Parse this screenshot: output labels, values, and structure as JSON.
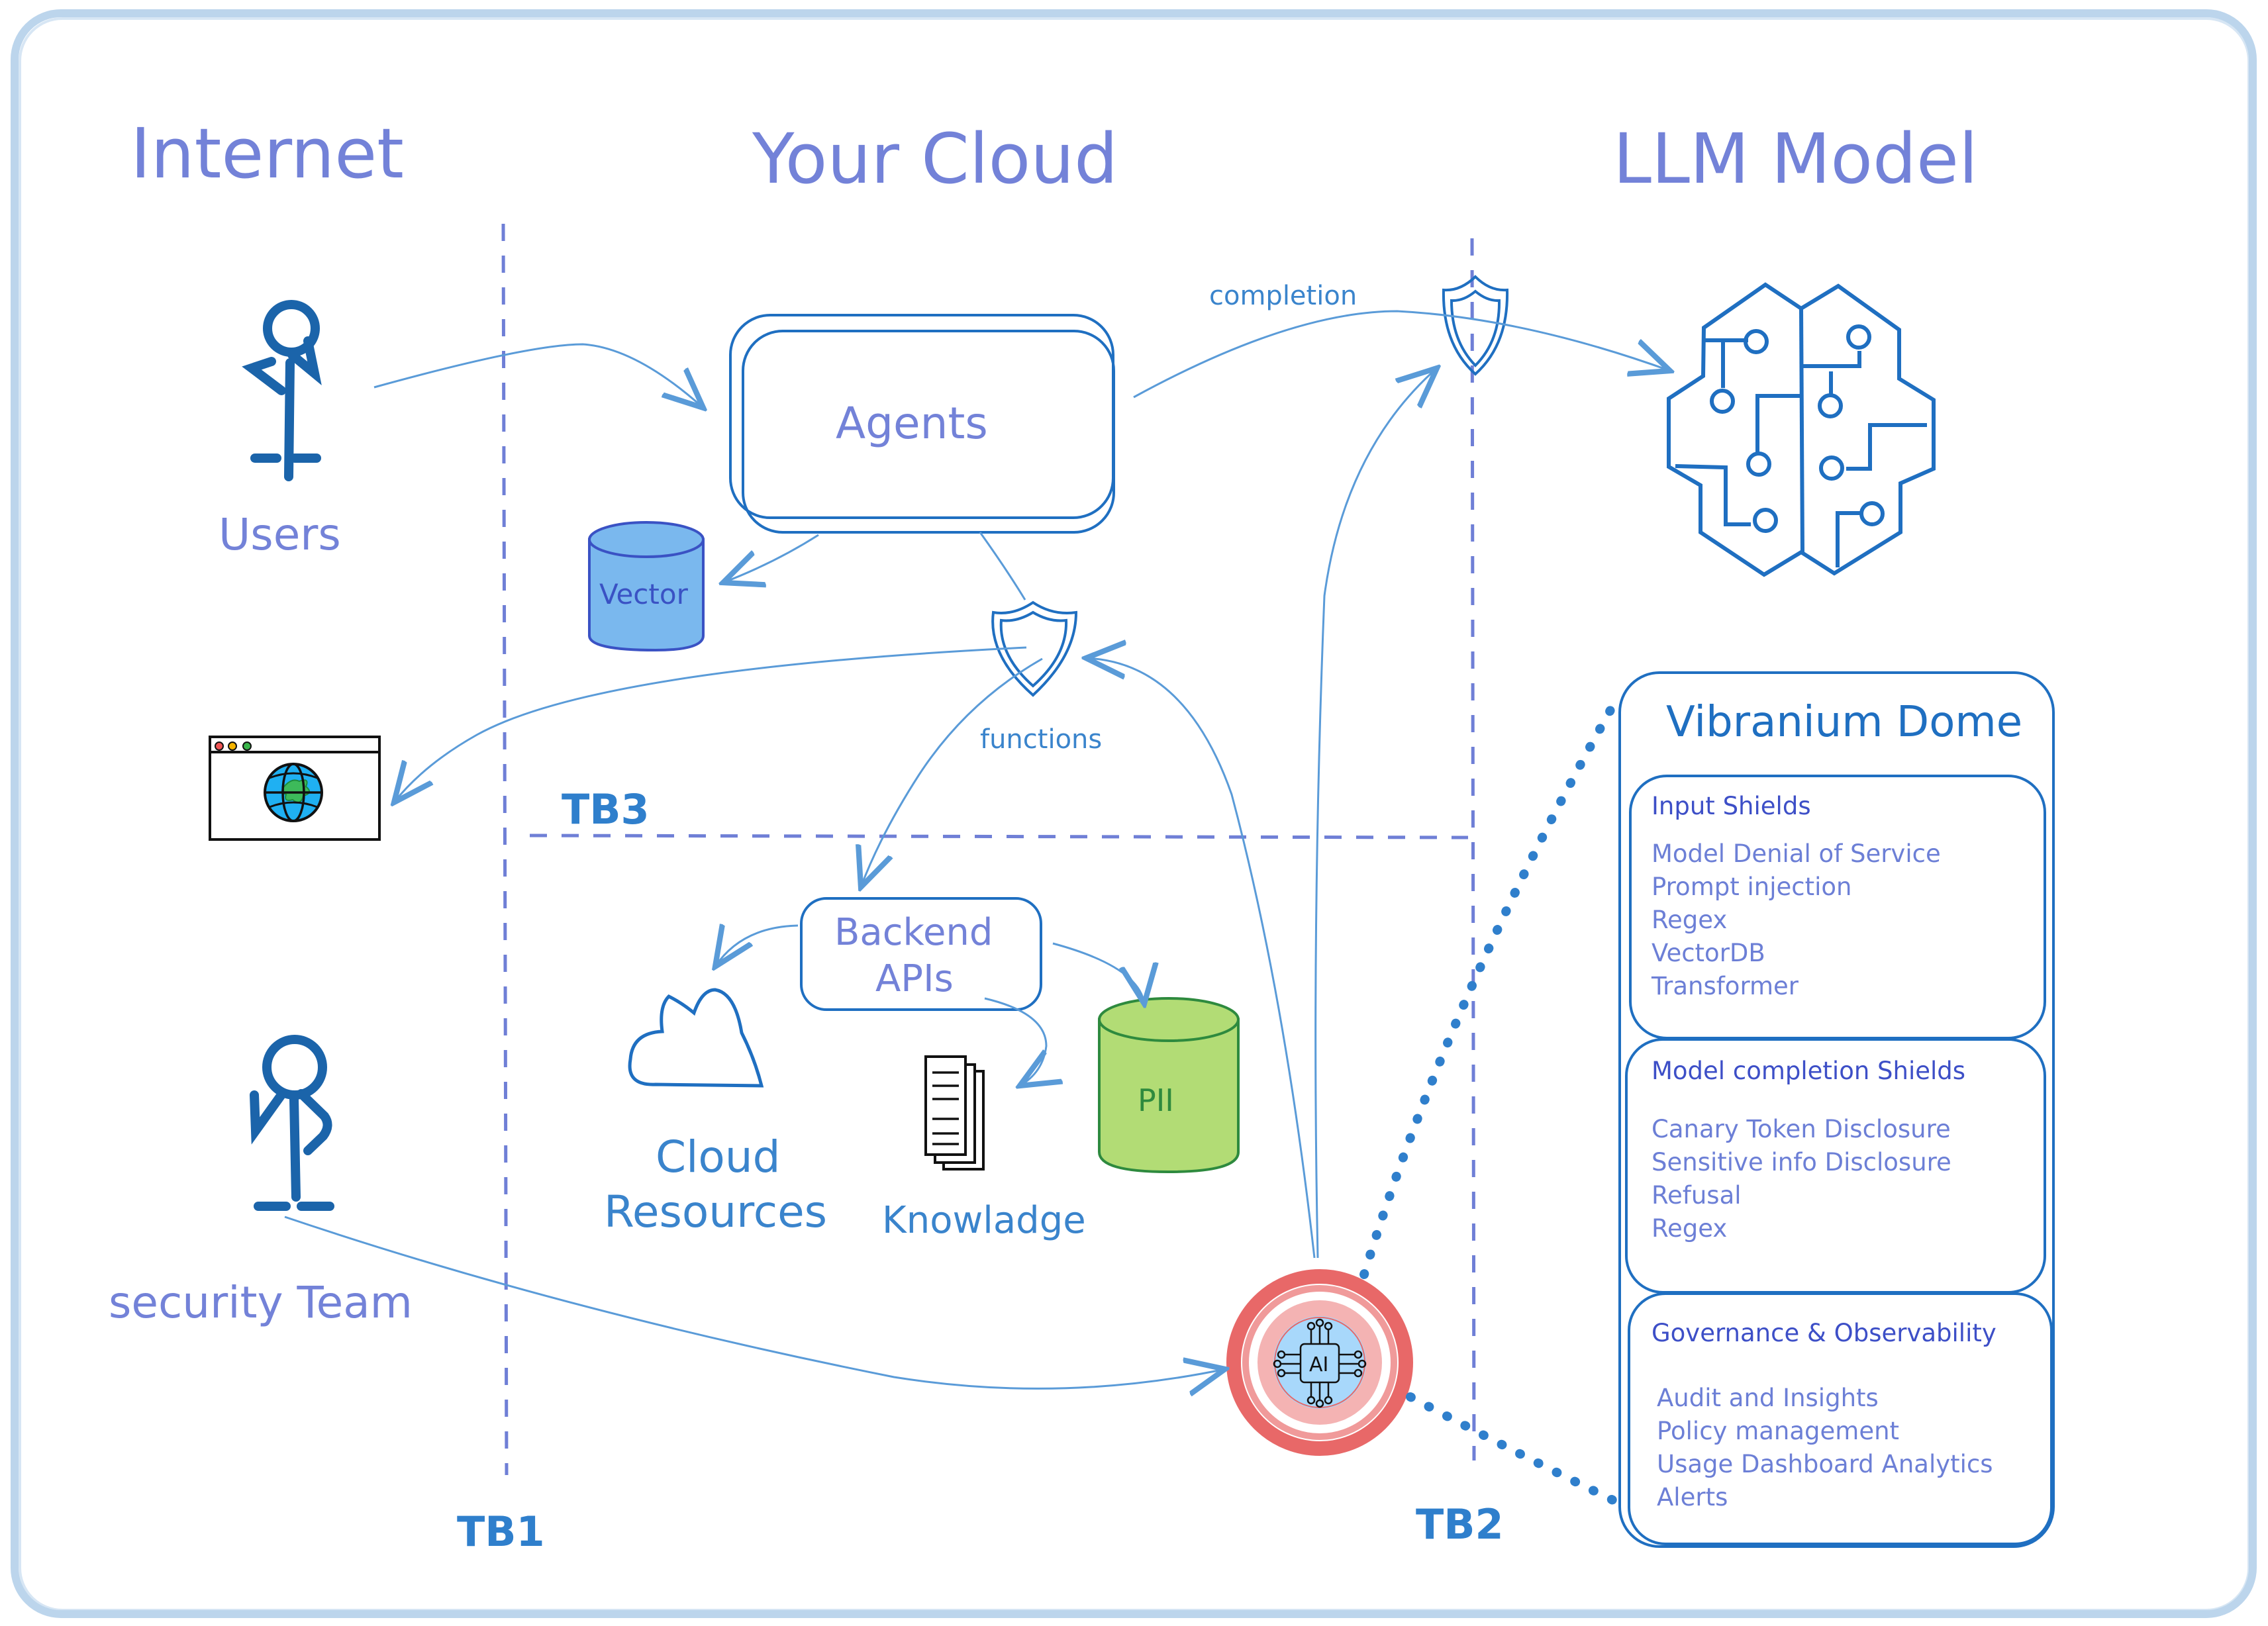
{
  "zones": {
    "internet": "Internet",
    "your_cloud": "Your Cloud",
    "llm_model": "LLM Model"
  },
  "trust_boundaries": {
    "tb1": "TB1",
    "tb2": "TB2",
    "tb3": "TB3"
  },
  "actors": {
    "users": "Users",
    "security_team": "security Team"
  },
  "components": {
    "agents": "Agents",
    "vector": "Vector",
    "backend_line1": "Backend",
    "backend_line2": "APIs",
    "cloud_line1": "Cloud",
    "cloud_line2": "Resources",
    "knowledge": "Knowladge",
    "pii": "PII",
    "ai_chip": "AI"
  },
  "edge_labels": {
    "completion": "completion",
    "functions": "functions"
  },
  "vibranium_dome": {
    "title": "Vibranium Dome",
    "sections": [
      {
        "title": "Input Shields",
        "items": [
          "Model Denial of Service",
          "Prompt injection",
          "Regex",
          "VectorDB",
          "Transformer"
        ]
      },
      {
        "title": "Model completion Shields",
        "items": [
          "Canary Token Disclosure",
          "Sensitive info Disclosure",
          "Refusal",
          "Regex"
        ]
      },
      {
        "title": "Governance & Observability",
        "items": [
          "Audit and Insights",
          "Policy management",
          "Usage Dashboard Analytics",
          "Alerts"
        ]
      }
    ]
  },
  "colors": {
    "title_text": "#7382d8",
    "stroke_blue": "#1f6fc1",
    "arrow_blue": "#5a9bd8",
    "vector_fill": "#7ab8ee",
    "pii_fill": "#b2dc75",
    "pii_stroke": "#2e8a3e",
    "dome_ring": "#e86868",
    "frame": "#bcd5ec"
  }
}
